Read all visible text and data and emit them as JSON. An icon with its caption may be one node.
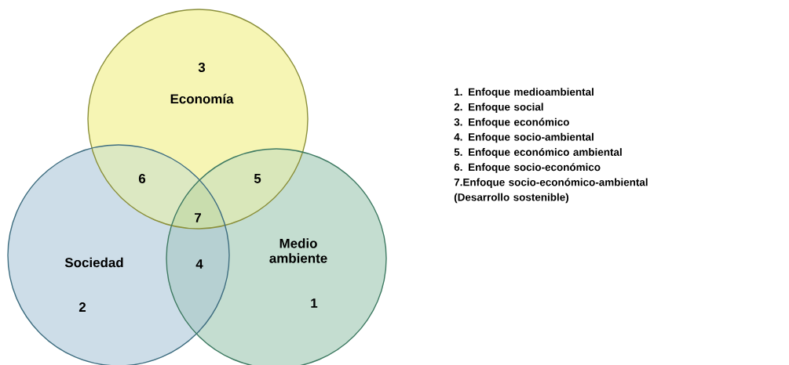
{
  "diagram": {
    "nodes": [
      {
        "text": [
          "3",
          "Economía"
        ]
      },
      {
        "text": [
          "Sociedad",
          "2"
        ]
      },
      {
        "text": [
          "Medio ambiente",
          "1"
        ]
      }
    ],
    "labels": [
      "6",
      "5",
      "7",
      "4",
      "1. Enfoque medioambiental",
      "2. Enfoque social",
      "3. Enfoque económico",
      "4. Enfoque socio-ambiental",
      "5. Enfoque económico ambiental",
      "6. Enfoque socio-económico",
      "7.Enfoque socio-económico-ambiental (Desarrollo sostenible)"
    ]
  }
}
